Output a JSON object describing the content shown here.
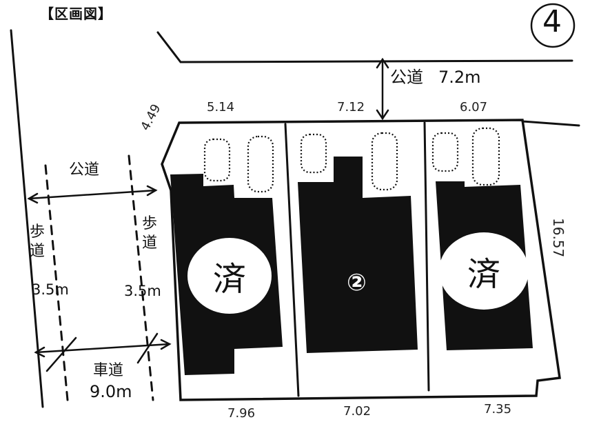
{
  "title": "【区画図】",
  "north_marker": {
    "label": "4",
    "icon": "north-arrow-icon"
  },
  "roads": {
    "top": {
      "label": "公道",
      "width": "7.2m"
    },
    "left": {
      "label": "公道",
      "sidewalk_left": {
        "label": "歩道",
        "width": "3.5m"
      },
      "sidewalk_right": {
        "label": "歩道",
        "width": "3.5m"
      },
      "carriageway": {
        "label": "車道",
        "width": "9.0m"
      }
    }
  },
  "dimensions": {
    "corner_cut": "4.49",
    "top": [
      "5.14",
      "7.12",
      "6.07"
    ],
    "bottom": [
      "7.96",
      "7.02",
      "7.35"
    ],
    "right_depth": "16.57"
  },
  "lots": [
    {
      "id": "1",
      "status": "済",
      "status_meaning": "sold"
    },
    {
      "id": "2",
      "label": "②",
      "status_meaning": "available"
    },
    {
      "id": "3",
      "status": "済",
      "status_meaning": "sold"
    }
  ],
  "colors": {
    "ink": "#111111",
    "background": "#ffffff"
  }
}
